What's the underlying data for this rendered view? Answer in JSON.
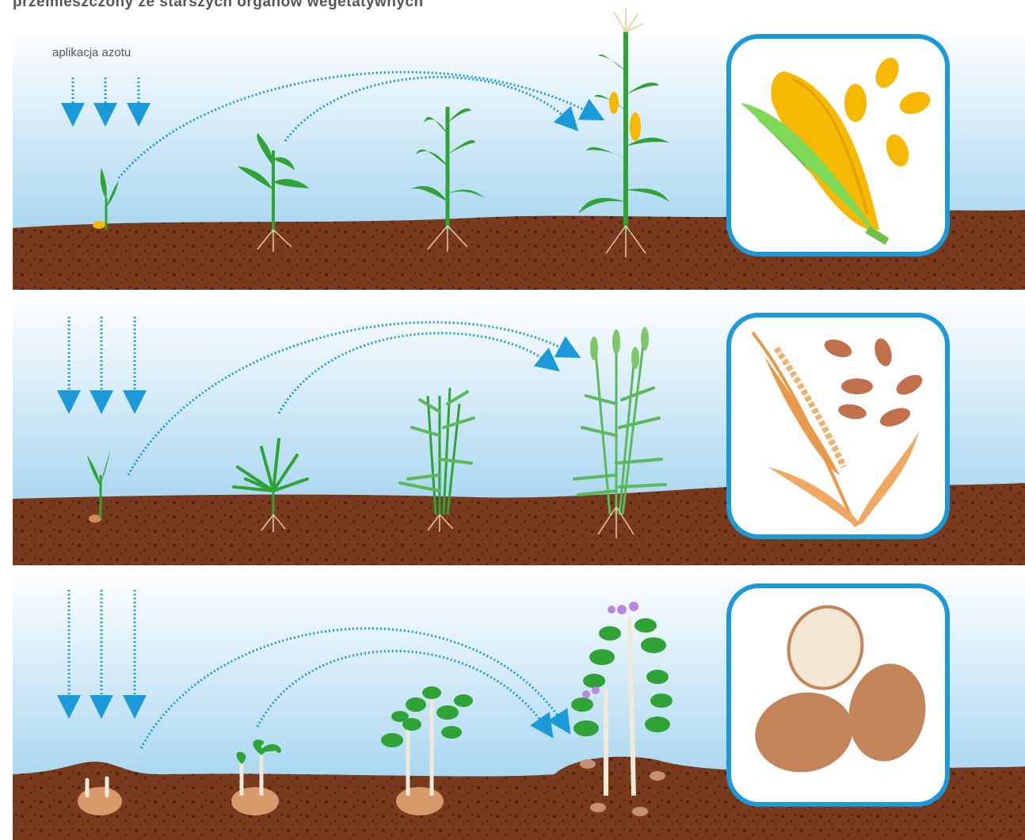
{
  "header": {
    "title": "przemieszczony ze starszych organów wegetatywnych"
  },
  "panels": [
    {
      "crop": "maize",
      "application_label": "aplikacja azotu"
    },
    {
      "crop": "wheat",
      "application_label": ""
    },
    {
      "crop": "potato",
      "application_label": ""
    }
  ],
  "colors": {
    "sky_top": "#ffffff",
    "sky_bottom": "#a8d6f0",
    "soil": "#7a3a1e",
    "soil_dot": "#4a2410",
    "arrow": "#1a9ad8",
    "leaf": "#2fa336",
    "card_border": "#1a9ad8",
    "maize_cob": "#f6b800",
    "wheat": "#e89a4a",
    "potato": "#c4845a"
  },
  "icons": [
    "maize-cob-icon",
    "wheat-ear-icon",
    "potato-icon"
  ]
}
